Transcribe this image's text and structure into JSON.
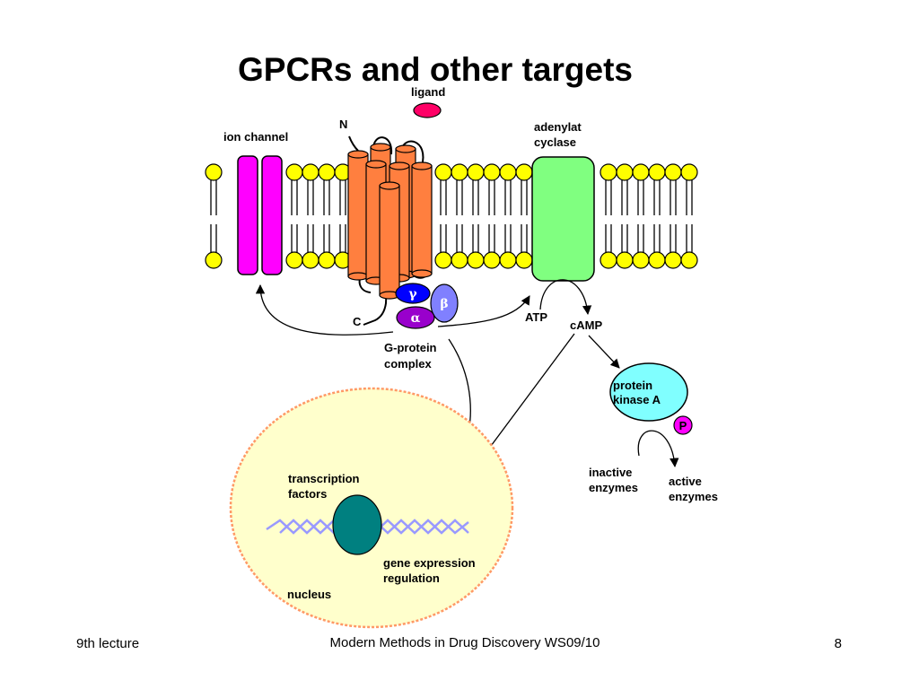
{
  "slide": {
    "title": "GPCRs and other targets",
    "labels": {
      "ligand": "ligand",
      "n_terminus": "N",
      "c_terminus": "C",
      "ion_channel": "ion channel",
      "adenylat": "adenylat",
      "cyclase": "cyclase",
      "gamma": "γ",
      "beta": "β",
      "alpha": "α",
      "atp": "ATP",
      "camp": "cAMP",
      "g_protein": "G-protein",
      "complex": "complex",
      "protein": "protein",
      "kinase_a": "kinase A",
      "phosphate": "P",
      "inactive": "inactive",
      "enzymes_inactive": "enzymes",
      "active": "active",
      "enzymes_active": "enzymes",
      "transcription": "transcription",
      "factors": "factors",
      "gene_expression": "gene expression",
      "regulation": "regulation",
      "nucleus": "nucleus"
    },
    "footer": {
      "left": "9th lecture",
      "center": "Modern Methods in Drug Discovery WS09/10",
      "page": "8"
    }
  },
  "colors": {
    "lipid_head": "#ffff00",
    "ion_channel": "#ff00ff",
    "gpcr_helix": "#ff7f3f",
    "adenylate_cyclase": "#80ff80",
    "ligand": "#ff0066",
    "gamma": "#0000ff",
    "beta": "#8080ff",
    "alpha": "#9900cc",
    "protein_kinase_a": "#80ffff",
    "phosphate": "#ff00ff",
    "nucleus": "#ffffcc",
    "nucleus_border": "#ff9966",
    "dna": "#9999ff",
    "transcription_factor": "#008080"
  }
}
